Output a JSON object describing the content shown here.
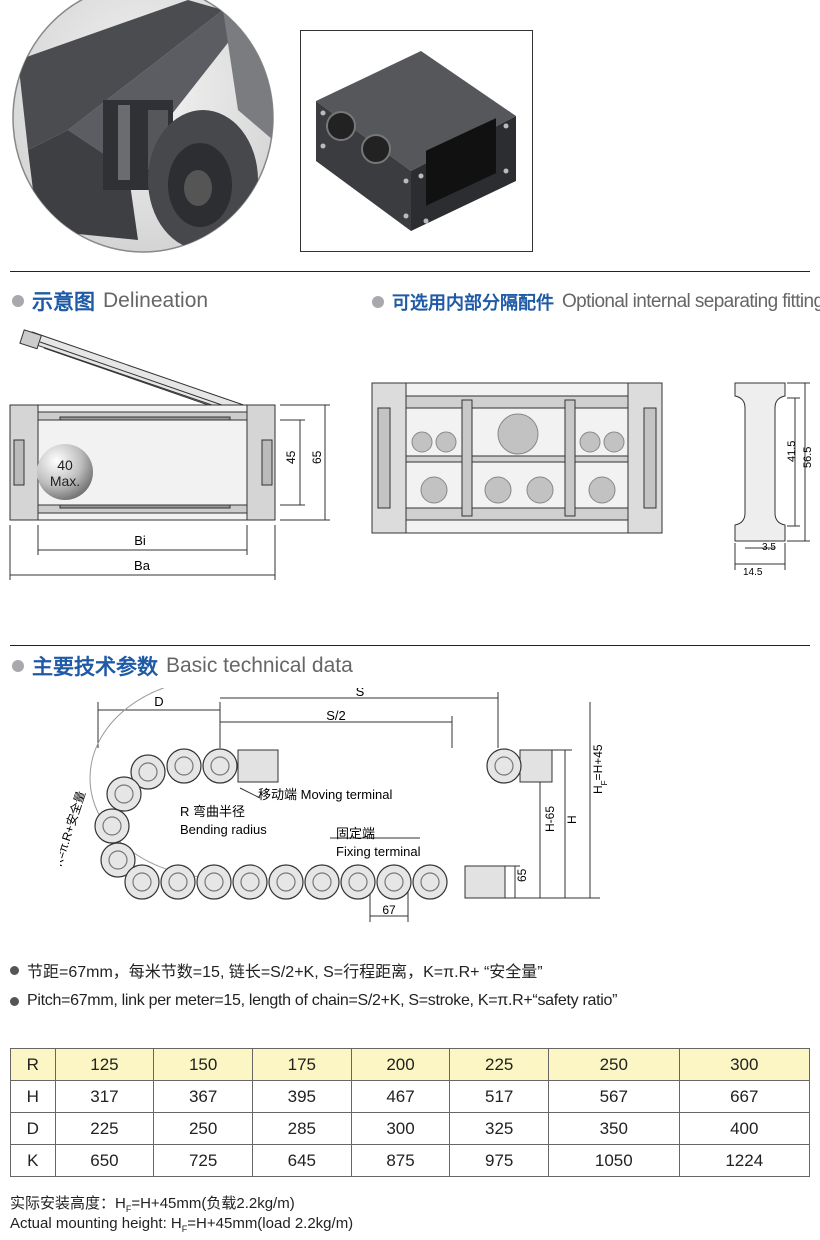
{
  "sections": {
    "delineation": {
      "cn": "示意图",
      "en": "Delineation"
    },
    "separating": {
      "cn": "可选用内部分隔配件",
      "en": "Optional internal separating fittings"
    },
    "technical": {
      "cn": "主要技术参数",
      "en": "Basic technical data"
    }
  },
  "delineation_labels": {
    "ball_size": "40",
    "ball_max": "Max.",
    "dim_45": "45",
    "dim_65": "65",
    "bi": "Bi",
    "ba": "Ba"
  },
  "separator_labels": {
    "dim_41_5": "41.5",
    "dim_56_5": "56.5",
    "dim_3_5": "3.5",
    "dim_14_5": "14.5"
  },
  "technical_labels": {
    "d": "D",
    "s": "S",
    "s_half": "S/2",
    "k_formula": "K=π.R+安全量",
    "moving_terminal": "移动端 Moving terminal",
    "bending_cn": "R 弯曲半径",
    "bending_en": "Bending radius",
    "fixing_cn": "固定端",
    "fixing_en": "Fixing terminal",
    "pitch": "67",
    "height_65": "65",
    "h_minus": "H-65",
    "h": "H",
    "hf": "H",
    "hf_sub": "F",
    "hf_rest": "=H+45"
  },
  "notes": {
    "cn": "节距=67mm，每米节数=15, 链长=S/2+K, S=行程距离，K=π.R+ “安全量”",
    "en": "Pitch=67mm, link per meter=15, length of chain=S/2+K, S=stroke, K=π.R+“safety ratio”"
  },
  "table": {
    "rows": [
      {
        "label": "R",
        "values": [
          "125",
          "150",
          "175",
          "200",
          "225",
          "250",
          "300"
        ]
      },
      {
        "label": "H",
        "values": [
          "317",
          "367",
          "395",
          "467",
          "517",
          "567",
          "667"
        ]
      },
      {
        "label": "D",
        "values": [
          "225",
          "250",
          "285",
          "300",
          "325",
          "350",
          "400"
        ]
      },
      {
        "label": "K",
        "values": [
          "650",
          "725",
          "645",
          "875",
          "975",
          "1050",
          "1224"
        ]
      }
    ]
  },
  "footer": {
    "cn_pre": "实际安装高度：H",
    "cn_sub": "F",
    "cn_post": "=H+45mm(负载2.2kg/m)",
    "en_pre": "Actual mounting height: H",
    "en_sub": "F",
    "en_post": "=H+45mm(load 2.2kg/m)"
  }
}
